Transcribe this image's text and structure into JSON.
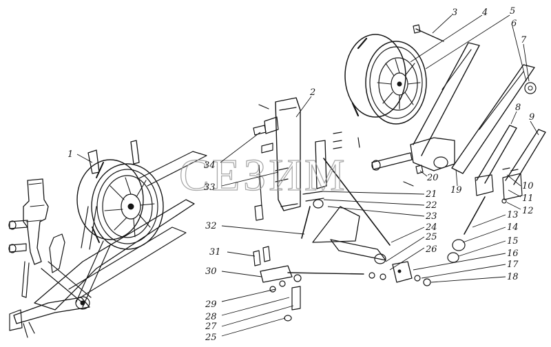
{
  "watermark": "СЕЗИМ",
  "callouts": [
    "1",
    "2",
    "3",
    "4",
    "5",
    "6",
    "7",
    "8",
    "9",
    "10",
    "11",
    "12",
    "13",
    "14",
    "15",
    "16",
    "17",
    "18",
    "19",
    "20",
    "21",
    "22",
    "23",
    "24",
    "25",
    "26",
    "27",
    "28",
    "29",
    "30",
    "31",
    "32",
    "33",
    "34",
    "25"
  ],
  "colors": {
    "ink": "#141414",
    "paper": "#ffffff",
    "watermark": "#9a9a9a"
  }
}
